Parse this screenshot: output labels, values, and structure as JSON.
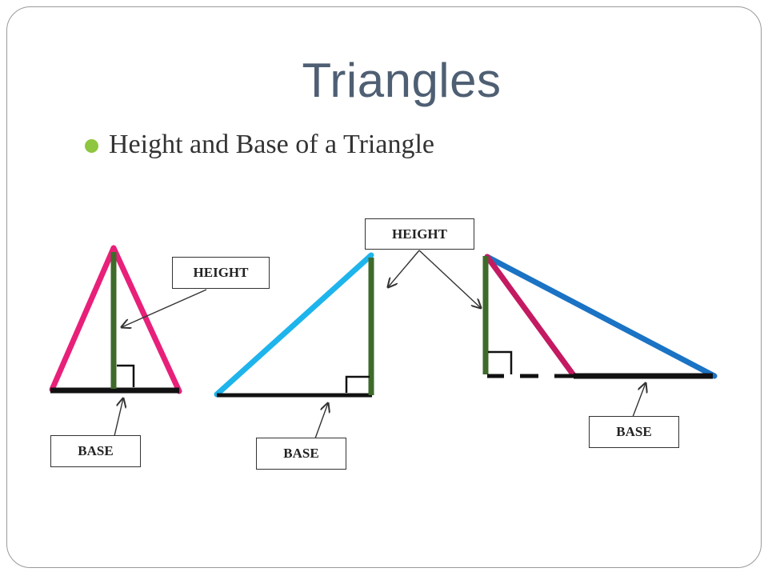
{
  "slide": {
    "title": "Triangles",
    "bullet": "Height and Base of a Triangle"
  },
  "labels": {
    "height_left": "HEIGHT",
    "height_top": "HEIGHT",
    "base_left": "BASE",
    "base_middle": "BASE",
    "base_right": "BASE"
  },
  "colors": {
    "title": "#4f5f73",
    "bullet": "#8ec63f",
    "pink_side": "#e8207a",
    "cyan_side": "#1eb4ec",
    "blue_side": "#1a73c4",
    "magenta_side": "#c41a62",
    "height_line": "#3e6b2a",
    "base_line": "#111111"
  }
}
